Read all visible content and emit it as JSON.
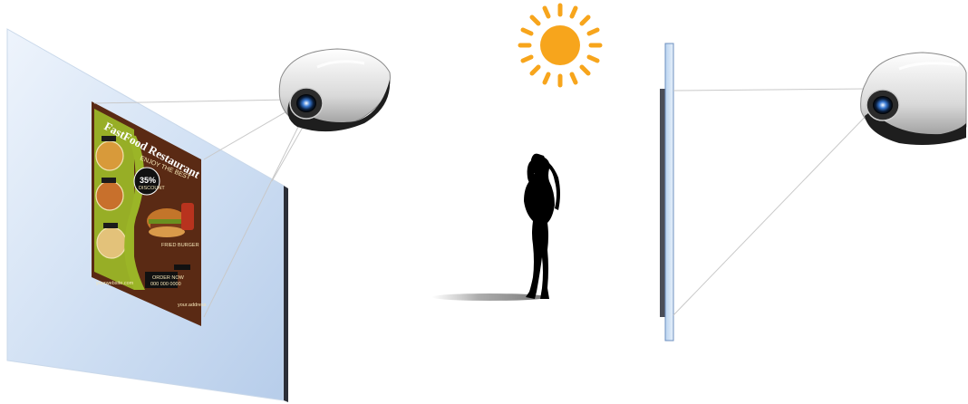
{
  "poster": {
    "title": "FastFood Restaurant",
    "headline": "ENJOY THE BEST",
    "discount": "35%",
    "discount_sub": "DISCOUNT",
    "burger_label": "FRIED BURGER",
    "phone_label": "ORDER NOW",
    "phone_number": "000 000 0000",
    "footer_left": "yourwebsite.com",
    "footer_right": "your.address"
  },
  "icons": {
    "sun": "sun-icon",
    "projector": "projector-icon",
    "person": "person-silhouette-icon"
  },
  "colors": {
    "screen_glass": "#dce8f7",
    "sun": "#f7a51c",
    "poster_bg": "#5a2a14",
    "poster_green": "#9bb527"
  }
}
